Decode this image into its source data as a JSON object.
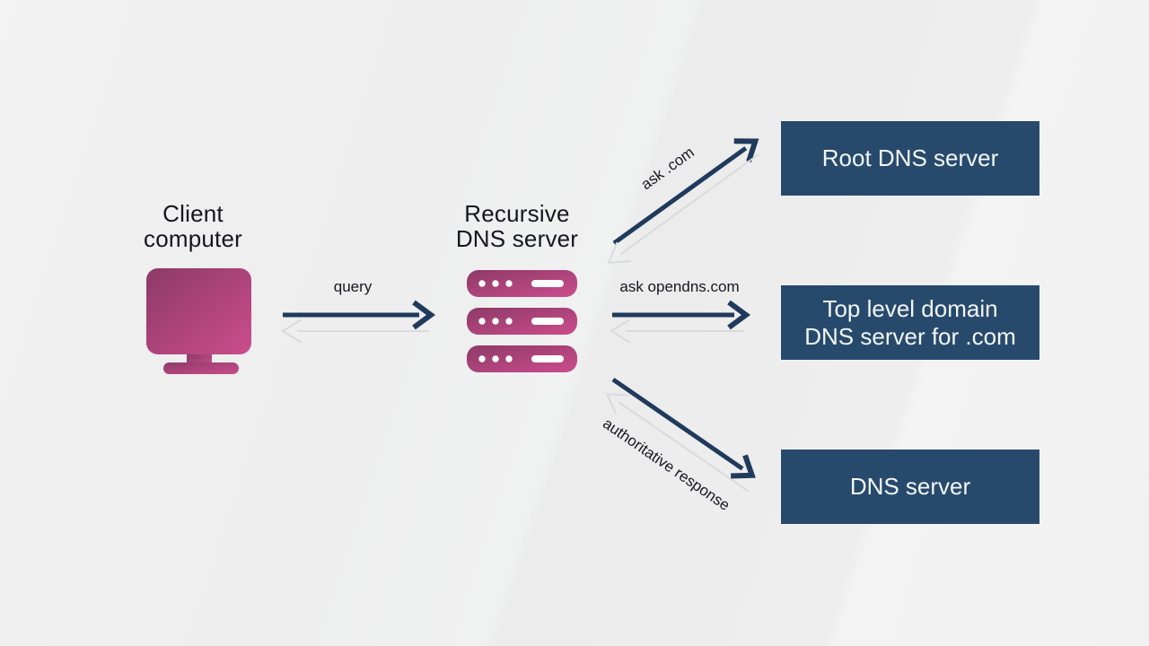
{
  "diagram": {
    "client": {
      "label": "Client\ncomputer"
    },
    "recursive_server": {
      "label": "Recursive\nDNS server"
    },
    "servers": [
      {
        "label": "Root DNS server"
      },
      {
        "label": "Top level domain\nDNS server for .com"
      },
      {
        "label": "DNS server"
      }
    ],
    "arrow_labels": {
      "query": "query",
      "ask_com": "ask .com",
      "ask_opendns": "ask opendns.com",
      "authoritative_response": "authoritative response"
    },
    "icons": {
      "client": "monitor-icon",
      "recursive": "server-stack-icon"
    },
    "colors": {
      "navy_box": "#274a6c",
      "navy_arrow": "#1f3a5c",
      "gray_arrow": "#d9dadb",
      "pink_dark": "#8d3a67",
      "pink_bright": "#cb4d8d",
      "background": "#efefef",
      "text_dark": "#17161f",
      "text_light": "#f3f6f8"
    }
  }
}
